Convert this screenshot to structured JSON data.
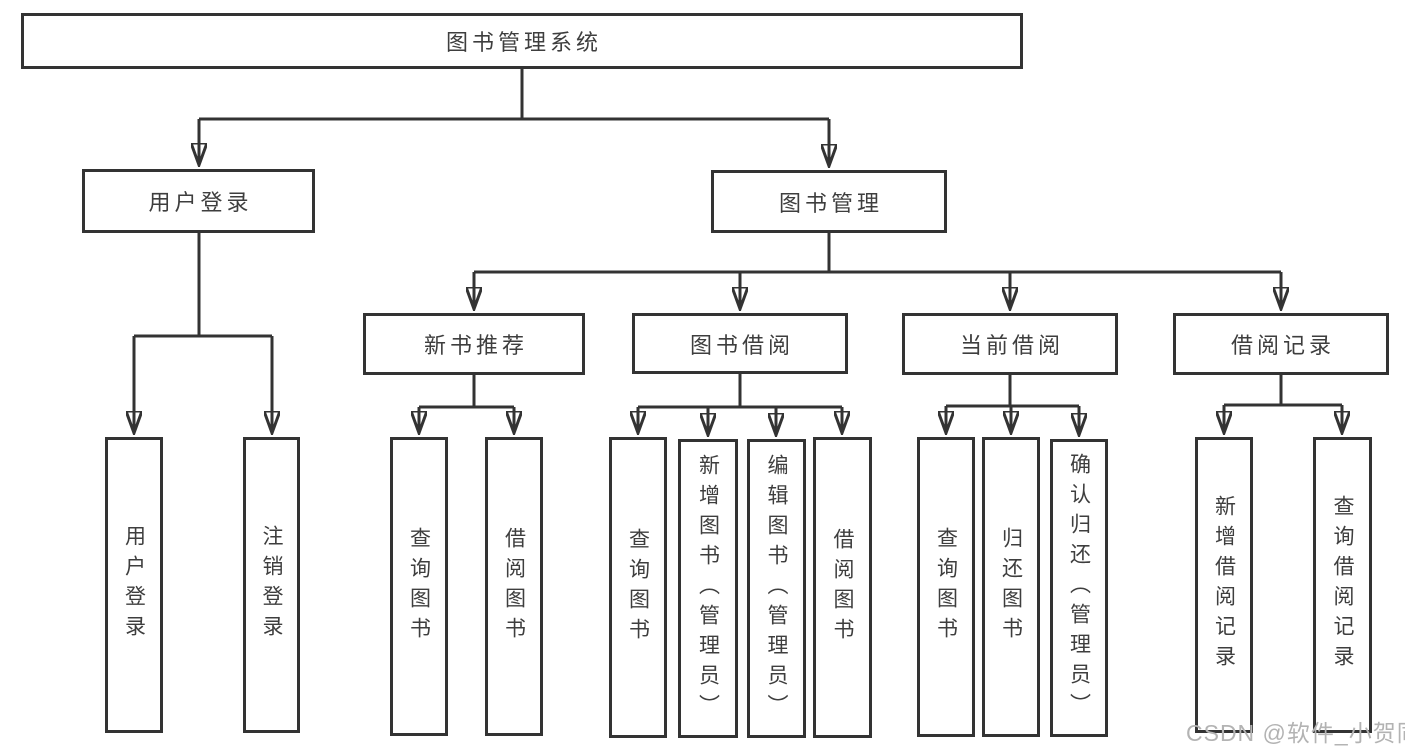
{
  "tree": {
    "label": "图书管理系统",
    "children": [
      {
        "label": "用户登录",
        "children": [
          {
            "label": "用户登录"
          },
          {
            "label": "注销登录"
          }
        ]
      },
      {
        "label": "图书管理",
        "children": [
          {
            "label": "新书推荐",
            "children": [
              {
                "label": "查询图书"
              },
              {
                "label": "借阅图书"
              }
            ]
          },
          {
            "label": "图书借阅",
            "children": [
              {
                "label": "查询图书"
              },
              {
                "label": "新增图书（管理员）"
              },
              {
                "label": "编辑图书（管理员）"
              },
              {
                "label": "借阅图书"
              }
            ]
          },
          {
            "label": "当前借阅",
            "children": [
              {
                "label": "查询图书"
              },
              {
                "label": "归还图书"
              },
              {
                "label": "确认归还（管理员）"
              }
            ]
          },
          {
            "label": "借阅记录",
            "children": [
              {
                "label": "新增借阅记录"
              },
              {
                "label": "查询借阅记录"
              }
            ]
          }
        ]
      }
    ]
  },
  "watermark": {
    "text": "CSDN @软件_小贺同学"
  },
  "colors": {
    "line": "#333333",
    "text": "#3e3e3e",
    "background": "#ffffff",
    "watermark": "#b3b3b3"
  }
}
